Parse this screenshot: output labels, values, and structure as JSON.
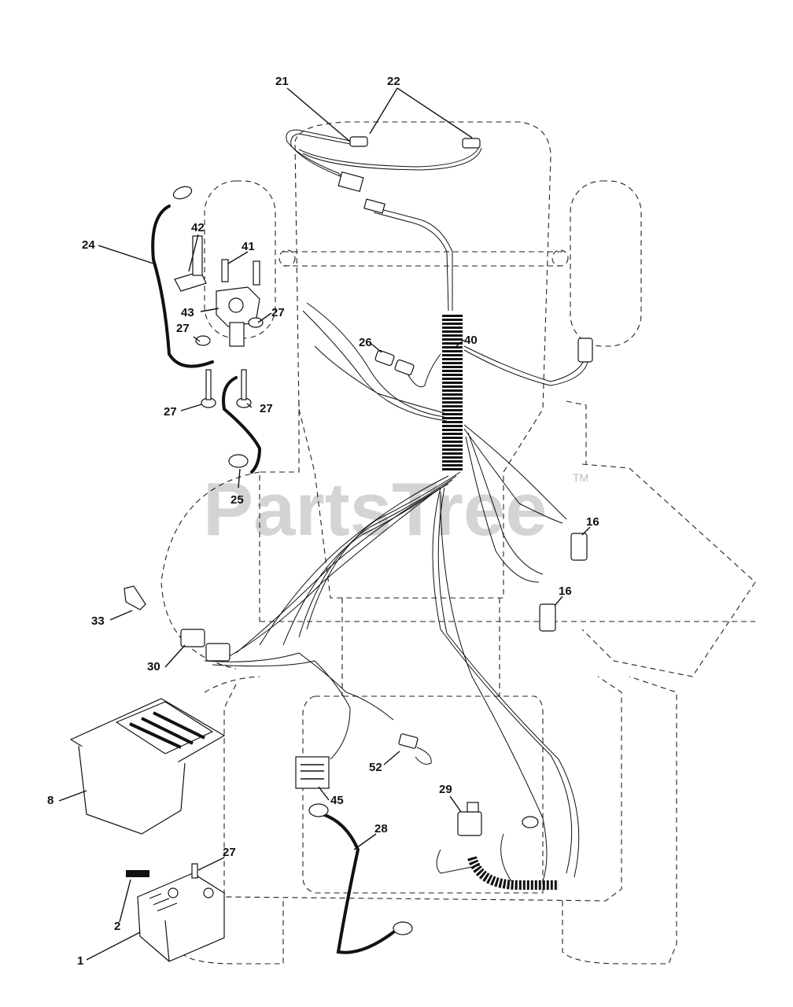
{
  "watermark": {
    "text": "PartsTree",
    "trademark": "TM"
  },
  "callouts": [
    {
      "id": "c21",
      "label": "21"
    },
    {
      "id": "c22",
      "label": "22"
    },
    {
      "id": "c24",
      "label": "24"
    },
    {
      "id": "c42",
      "label": "42"
    },
    {
      "id": "c41",
      "label": "41"
    },
    {
      "id": "c43",
      "label": "43"
    },
    {
      "id": "c27a",
      "label": "27"
    },
    {
      "id": "c27b",
      "label": "27"
    },
    {
      "id": "c26",
      "label": "26"
    },
    {
      "id": "c40",
      "label": "40"
    },
    {
      "id": "c27c",
      "label": "27"
    },
    {
      "id": "c27d",
      "label": "27"
    },
    {
      "id": "c25",
      "label": "25"
    },
    {
      "id": "c16a",
      "label": "16"
    },
    {
      "id": "c16b",
      "label": "16"
    },
    {
      "id": "c33",
      "label": "33"
    },
    {
      "id": "c30",
      "label": "30"
    },
    {
      "id": "c8",
      "label": "8"
    },
    {
      "id": "c52",
      "label": "52"
    },
    {
      "id": "c45",
      "label": "45"
    },
    {
      "id": "c29",
      "label": "29"
    },
    {
      "id": "c28",
      "label": "28"
    },
    {
      "id": "c27e",
      "label": "27"
    },
    {
      "id": "c2",
      "label": "2"
    },
    {
      "id": "c1",
      "label": "1"
    }
  ],
  "colors": {
    "line": "#111111",
    "watermark": "#d4d4d4",
    "background": "#ffffff"
  }
}
